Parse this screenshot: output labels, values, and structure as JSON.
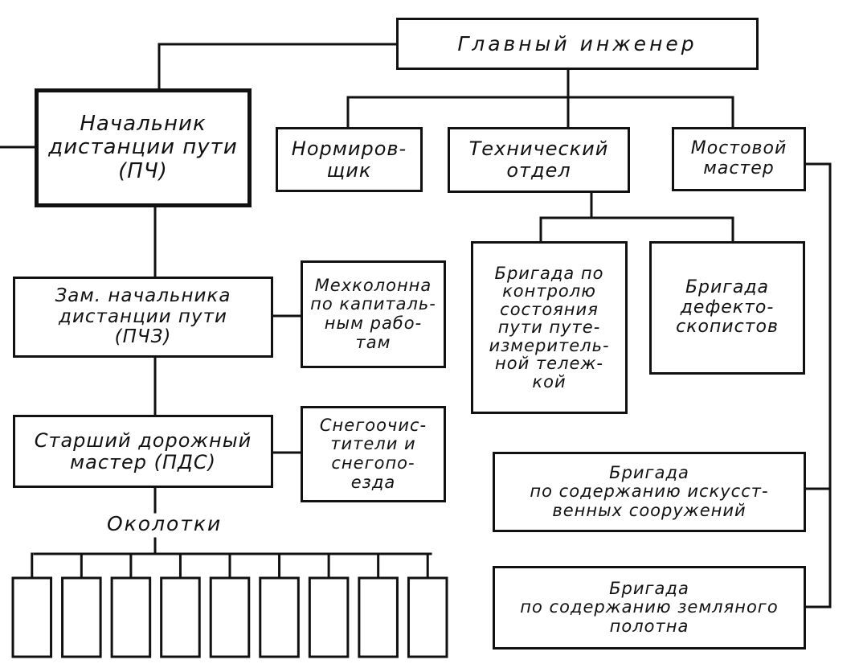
{
  "chief_engineer": "Главный инженер",
  "head": "Начальник\nдистанции пути\n(ПЧ)",
  "normer": "Нормиров-\nщик",
  "tech_dept": "Технический\nотдел",
  "bridge_master": "Мостовой\nмастер",
  "deputy": "Зам. начальника\nдистанции пути\n(ПЧЗ)",
  "mech_column": "Мехколонна\nпо капиталь-\nным рабо-\nтам",
  "senior_master": "Старший дорожный\nмастер (ПДС)",
  "snow_cleaners": "Снегоочис-\nтители и\nснегопо-\nезда",
  "track_control_brigade": "Бригада по\nконтролю\nсостояния\nпути путе-\nизмеритель-\nной тележ-\nкой",
  "defect_brigade": "Бригада\nдефекто-\nскопистов",
  "artificial_structures_brigade": "Бригада\nпо содержанию искусст-\nвенных сооружений",
  "earthwork_brigade": "Бригада\nпо содержанию земляного\nполотна",
  "sections_label": "Околотки",
  "section_count": 9
}
